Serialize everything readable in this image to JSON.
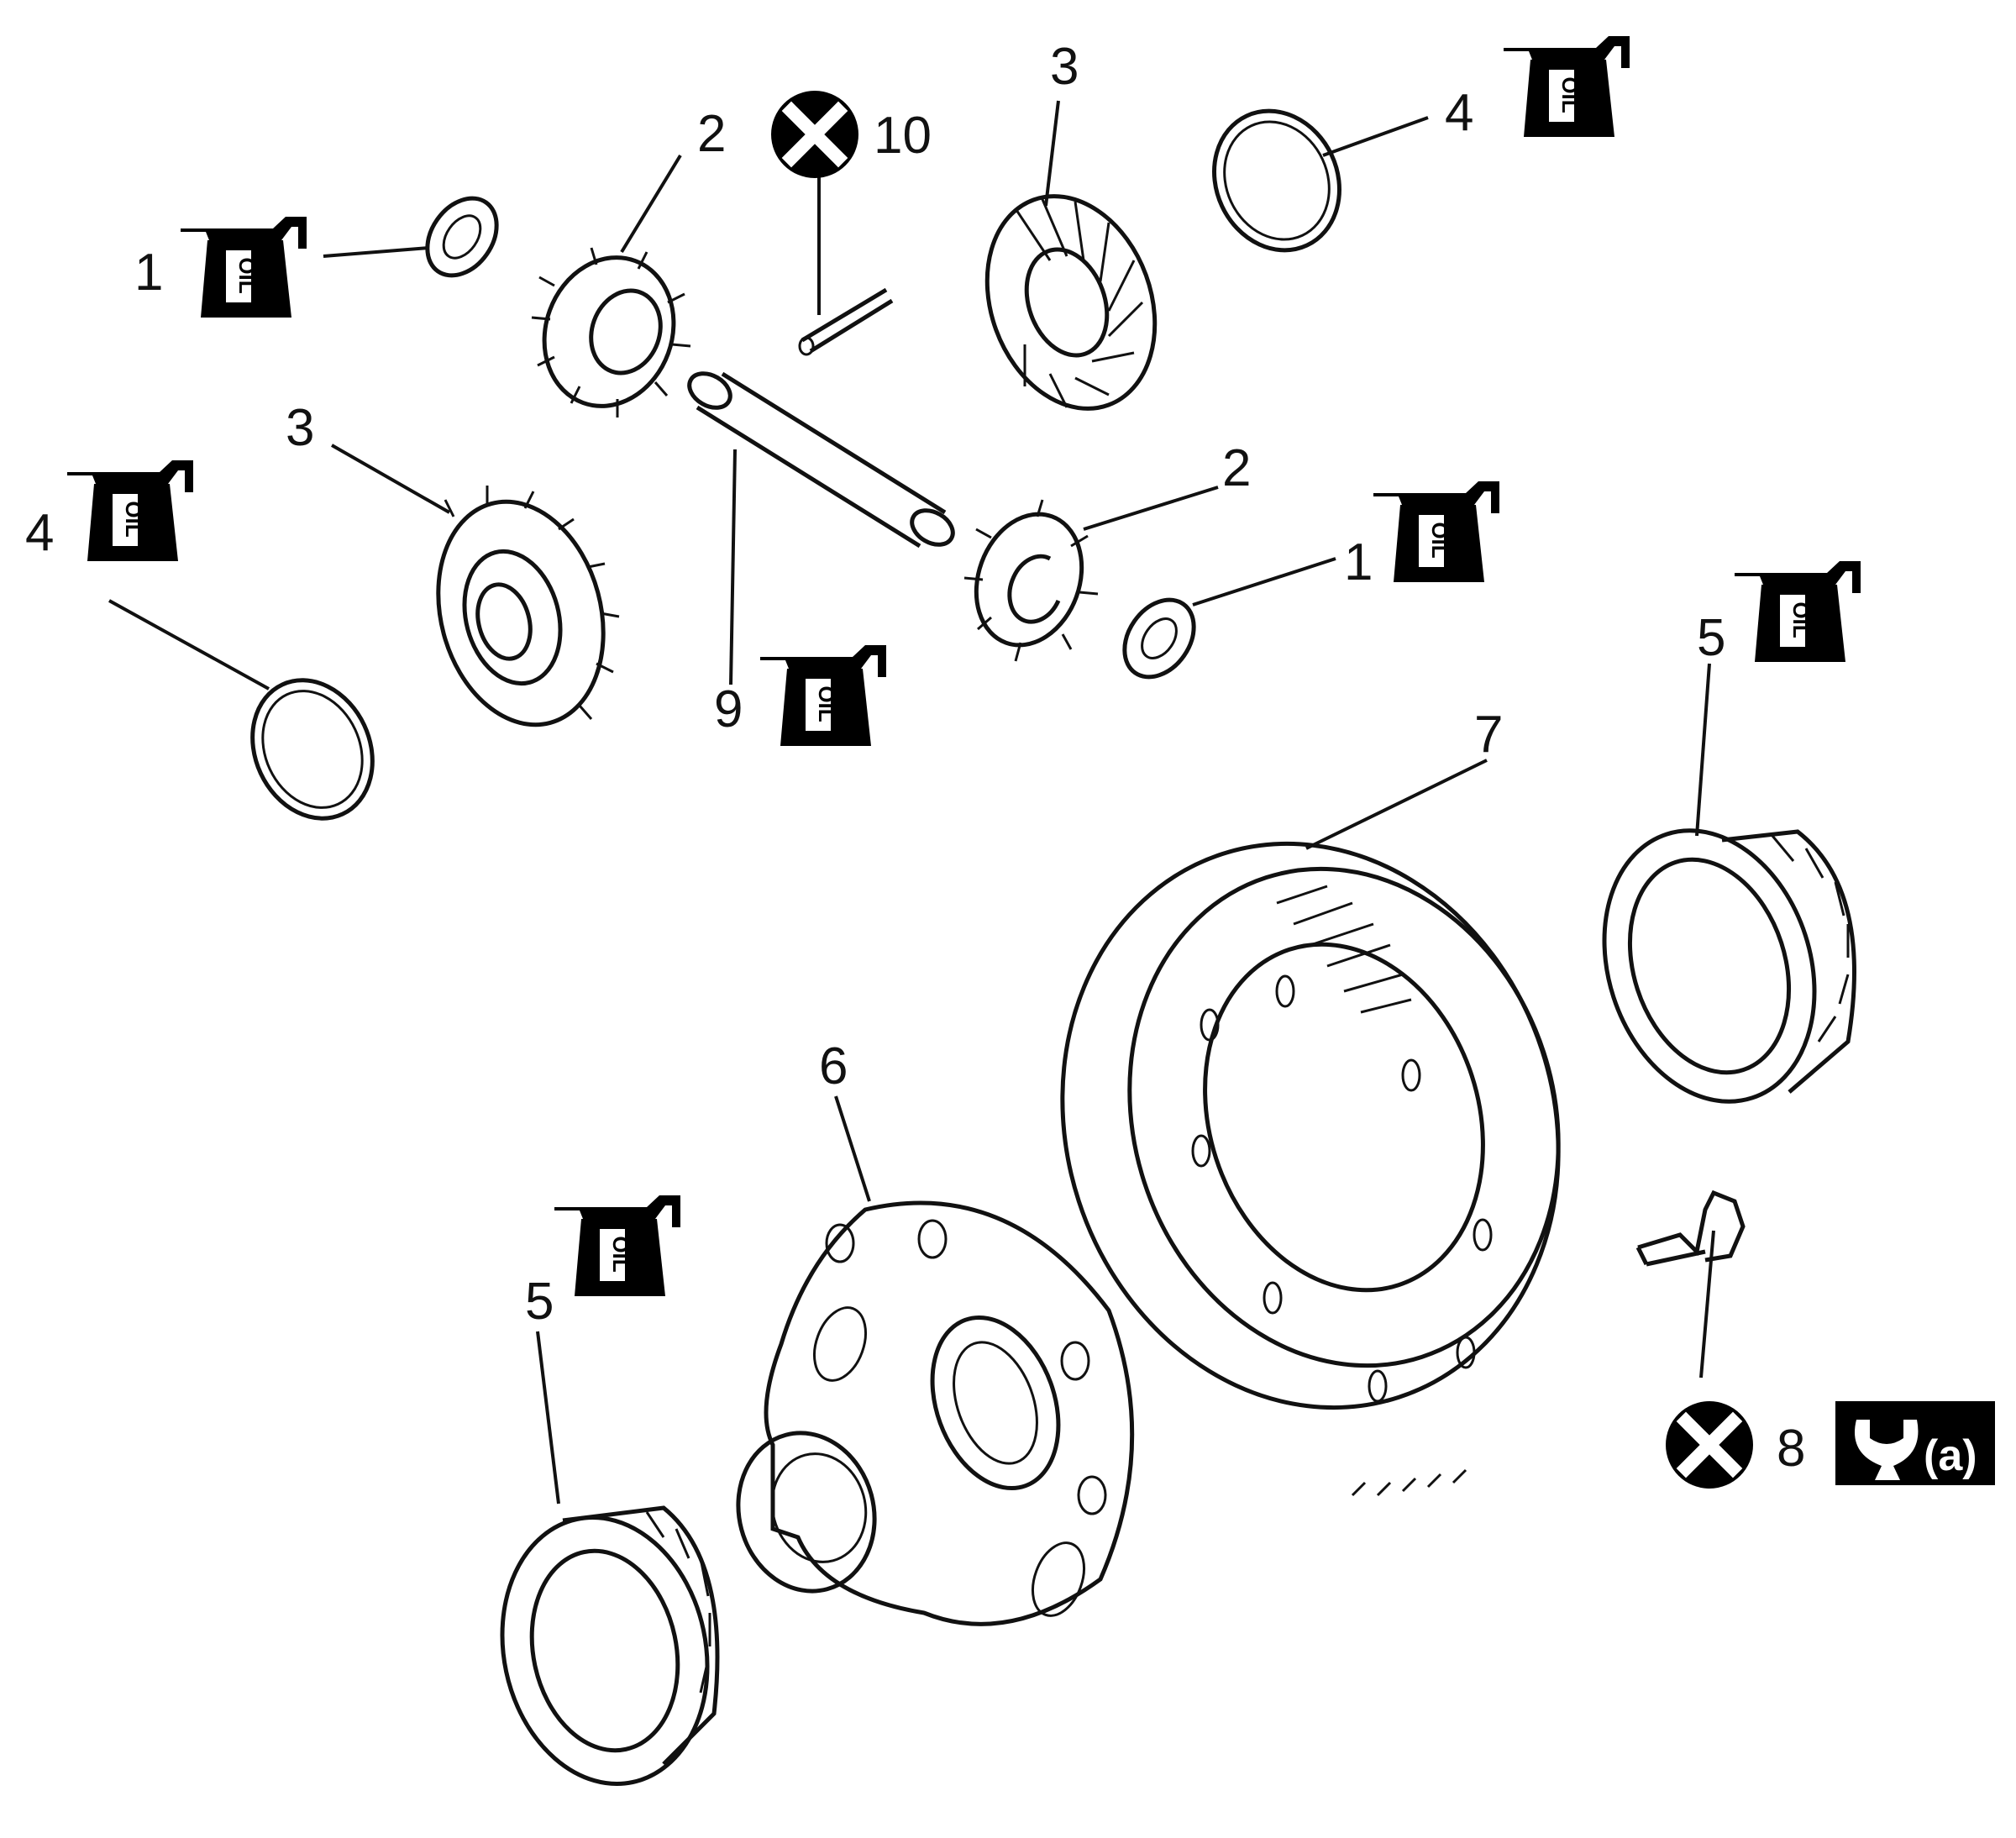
{
  "colors": {
    "line": "#111111",
    "background": "#ffffff",
    "symbol_fill": "#000000"
  },
  "callouts": {
    "c1a": "1",
    "c1b": "1",
    "c2a": "2",
    "c2b": "2",
    "c3a": "3",
    "c3b": "3",
    "c4a": "4",
    "c4b": "4",
    "c5a": "5",
    "c5b": "5",
    "c6": "6",
    "c7": "7",
    "c8": "8",
    "c9": "9",
    "c10": "10"
  },
  "symbols": {
    "oil_label": "OIL",
    "torque_label": "(a)",
    "oil_icon": "oil-can-icon",
    "replace_icon": "do-not-reuse-icon",
    "torque_icon": "wrench-icon"
  }
}
